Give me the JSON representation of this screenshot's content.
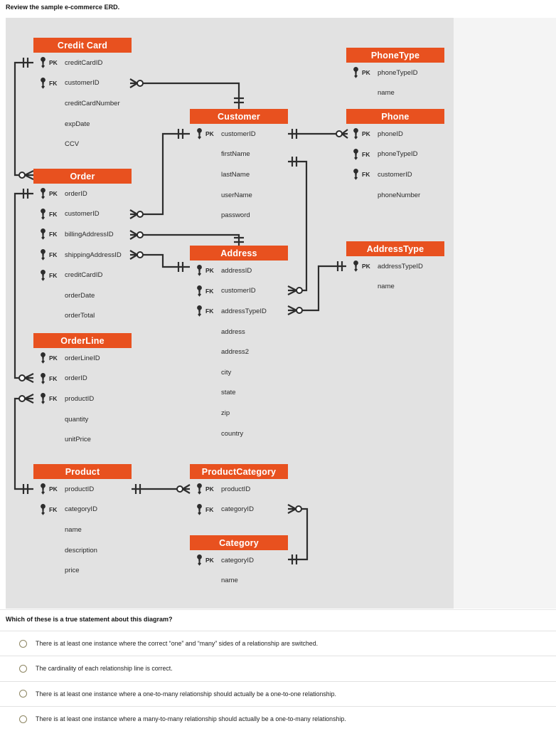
{
  "title": "Review the sample e-commerce ERD.",
  "colors": {
    "entity_header": "#E8511F",
    "panel_background": "#E2E2E2",
    "relationship_line": "#2D2D2D",
    "header_text": "#FFFFFF",
    "radio_border": "#8E8663"
  },
  "diagram": {
    "entities": [
      {
        "name": "Credit Card",
        "attributes": [
          {
            "key": "PK",
            "label": "creditCardID"
          },
          {
            "key": "FK",
            "label": "customerID"
          },
          {
            "key": "",
            "label": "creditCardNumber"
          },
          {
            "key": "",
            "label": "expDate"
          },
          {
            "key": "",
            "label": "CCV"
          }
        ]
      },
      {
        "name": "Order",
        "attributes": [
          {
            "key": "PK",
            "label": "orderID"
          },
          {
            "key": "FK",
            "label": "customerID"
          },
          {
            "key": "FK",
            "label": "billingAddressID"
          },
          {
            "key": "FK",
            "label": "shippingAddressID"
          },
          {
            "key": "FK",
            "label": "creditCardID"
          },
          {
            "key": "",
            "label": "orderDate"
          },
          {
            "key": "",
            "label": "orderTotal"
          }
        ]
      },
      {
        "name": "OrderLine",
        "attributes": [
          {
            "key": "PK",
            "label": "orderLineID"
          },
          {
            "key": "FK",
            "label": "orderID"
          },
          {
            "key": "FK",
            "label": "productID"
          },
          {
            "key": "",
            "label": "quantity"
          },
          {
            "key": "",
            "label": "unitPrice"
          }
        ]
      },
      {
        "name": "Product",
        "attributes": [
          {
            "key": "PK",
            "label": "productID"
          },
          {
            "key": "FK",
            "label": "categoryID"
          },
          {
            "key": "",
            "label": "name"
          },
          {
            "key": "",
            "label": "description"
          },
          {
            "key": "",
            "label": "price"
          }
        ]
      },
      {
        "name": "Customer",
        "attributes": [
          {
            "key": "PK",
            "label": "customerID"
          },
          {
            "key": "",
            "label": "firstName"
          },
          {
            "key": "",
            "label": "lastName"
          },
          {
            "key": "",
            "label": "userName"
          },
          {
            "key": "",
            "label": "password"
          }
        ]
      },
      {
        "name": "Address",
        "attributes": [
          {
            "key": "PK",
            "label": "addressID"
          },
          {
            "key": "FK",
            "label": "customerID"
          },
          {
            "key": "FK",
            "label": "addressTypeID"
          },
          {
            "key": "",
            "label": "address"
          },
          {
            "key": "",
            "label": "address2"
          },
          {
            "key": "",
            "label": "city"
          },
          {
            "key": "",
            "label": "state"
          },
          {
            "key": "",
            "label": "zip"
          },
          {
            "key": "",
            "label": "country"
          }
        ]
      },
      {
        "name": "ProductCategory",
        "attributes": [
          {
            "key": "PK",
            "label": "productID"
          },
          {
            "key": "FK",
            "label": "categoryID"
          }
        ]
      },
      {
        "name": "Category",
        "attributes": [
          {
            "key": "PK",
            "label": "categoryID"
          },
          {
            "key": "",
            "label": "name"
          }
        ]
      },
      {
        "name": "PhoneType",
        "attributes": [
          {
            "key": "PK",
            "label": "phoneTypeID"
          },
          {
            "key": "",
            "label": "name"
          }
        ]
      },
      {
        "name": "Phone",
        "attributes": [
          {
            "key": "PK",
            "label": "phoneID"
          },
          {
            "key": "FK",
            "label": "phoneTypeID"
          },
          {
            "key": "FK",
            "label": "customerID"
          },
          {
            "key": "",
            "label": "phoneNumber"
          }
        ]
      },
      {
        "name": "AddressType",
        "attributes": [
          {
            "key": "PK",
            "label": "addressTypeID"
          },
          {
            "key": "",
            "label": "name"
          }
        ]
      }
    ],
    "relationships": [
      {
        "one_side": "Credit Card.creditCardID",
        "many_side": "Order",
        "notation": "one to zero-or-many"
      },
      {
        "one_side": "Customer",
        "many_side": "Credit Card.customerID",
        "notation": "one to zero-or-many"
      },
      {
        "one_side": "Customer.customerID",
        "many_side": "Order.customerID",
        "notation": "one to zero-or-many"
      },
      {
        "one_side": "Address",
        "many_side": "Order.billingAddressID",
        "notation": "one to zero-or-many"
      },
      {
        "one_side": "Address.addressID",
        "many_side": "Order.shippingAddressID",
        "notation": "one to zero-or-many"
      },
      {
        "one_side": "Order.orderID",
        "many_side": "OrderLine.orderID",
        "notation": "one to zero-or-many"
      },
      {
        "one_side": "Product.productID",
        "many_side": "OrderLine.productID",
        "notation": "one to zero-or-many"
      },
      {
        "one_side": "Product.productID",
        "many_side": "ProductCategory.productID",
        "notation": "one to zero-or-many"
      },
      {
        "one_side": "Category.categoryID",
        "many_side": "ProductCategory.categoryID",
        "notation": "one to zero-or-many"
      },
      {
        "one_side": "Customer.customerID",
        "many_side": "Phone.phoneID",
        "notation": "one to zero-or-many"
      },
      {
        "one_side": "Customer",
        "many_side": "Address.customerID",
        "notation": "one to zero-or-many"
      },
      {
        "one_side": "AddressType.addressTypeID",
        "many_side": "Address.addressTypeID",
        "notation": "one to zero-or-many"
      }
    ]
  },
  "question": {
    "prompt": "Which of these is a true statement about this diagram?",
    "options": [
      {
        "label": "There is at least one instance where the correct “one” and “many” sides of a relationship are switched.",
        "selected": false
      },
      {
        "label": "The cardinality of each relationship line is correct.",
        "selected": false
      },
      {
        "label": "There is at least one instance where a one-to-many relationship should actually be a one-to-one relationship.",
        "selected": false
      },
      {
        "label": "There is at least one instance where a many-to-many relationship should actually be a one-to-many relationship.",
        "selected": false
      }
    ]
  }
}
